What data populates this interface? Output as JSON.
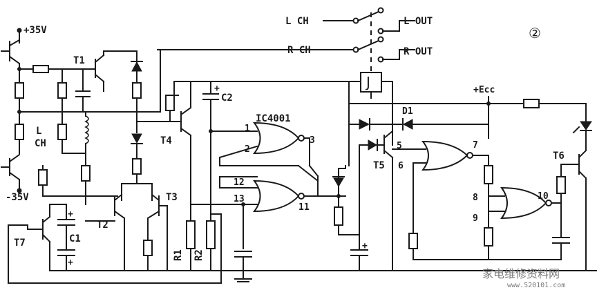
{
  "figure": {
    "number": "②"
  },
  "supply": {
    "pos35": "+35V",
    "neg35": "-35V",
    "ecc": "+Ecc"
  },
  "input": {
    "l_ch_line1": "L",
    "l_ch_line2": "CH"
  },
  "relay": {
    "l_ch": "L CH",
    "r_ch": "R CH",
    "l_out": "L OUT",
    "r_out": "R OUT",
    "coil": "J"
  },
  "ic": {
    "name": "IC4001"
  },
  "transistors": {
    "t1": "T1",
    "t2": "T2",
    "t3": "T3",
    "t4": "T4",
    "t5": "T5",
    "t6": "T6",
    "t7": "T7"
  },
  "capacitors": {
    "c1": "C1",
    "c2": "C2"
  },
  "resistors": {
    "r1": "R1",
    "r2": "R2"
  },
  "diodes": {
    "d1": "D1"
  },
  "pins": {
    "p1": "1",
    "p2": "2",
    "p3": "3",
    "p5": "5",
    "p6": "6",
    "p7": "7",
    "p8": "8",
    "p9": "9",
    "p10": "10",
    "p11": "11",
    "p12": "12",
    "p13": "13"
  },
  "polarity": {
    "plus": "+"
  },
  "watermark": {
    "text": "家电维修资料网",
    "url": "www.520101.com"
  }
}
